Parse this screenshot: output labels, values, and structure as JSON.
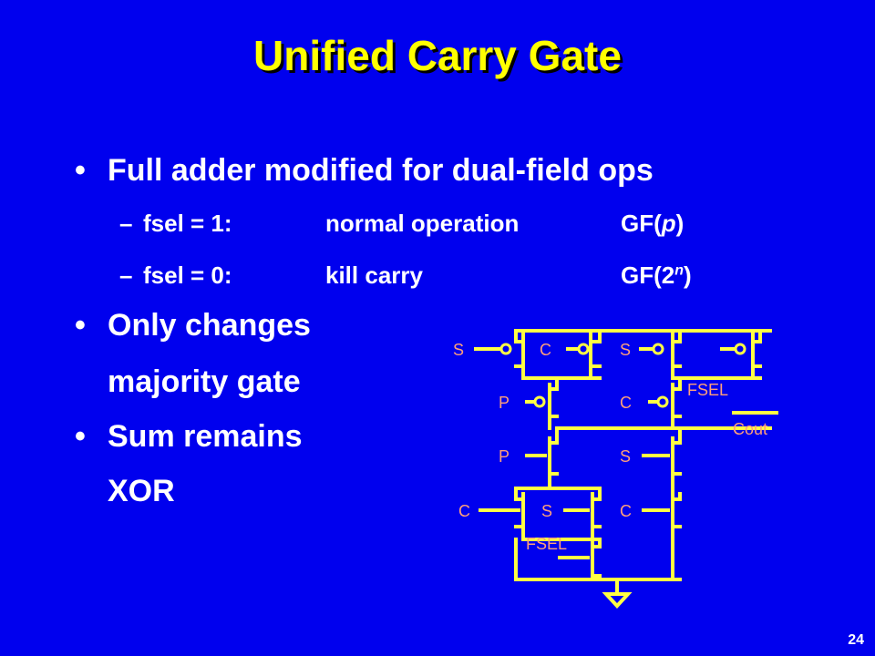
{
  "title": "Unified Carry Gate",
  "bullets": [
    {
      "text": "Full adder modified for dual-field ops"
    },
    {
      "text": "Only changes"
    },
    {
      "text": "Sum remains"
    }
  ],
  "bullet_continuations": [
    "majority gate",
    "XOR"
  ],
  "sub_bullets": [
    {
      "label": "fsel = 1:",
      "desc": "normal operation",
      "field_prefix": "GF(",
      "field_var": "p",
      "field_suffix": ")"
    },
    {
      "label": "fsel = 0:",
      "desc": "kill carry",
      "field_prefix": "GF(2",
      "field_var": "n",
      "field_suffix": ")"
    }
  ],
  "bullet_glyph": "•",
  "dash_glyph": "–",
  "circuit": {
    "labels": {
      "s1": "S",
      "c1": "C",
      "s2": "S",
      "fsel_top": "FSEL",
      "p1": "P",
      "c2": "C",
      "cout": "Cout",
      "p2": "P",
      "s3": "S",
      "c3": "C",
      "s4": "S",
      "c4": "C",
      "fsel_bottom": "FSEL"
    },
    "wire_color": "#ffff44",
    "label_color": "#ffa07a"
  },
  "page_number": "24"
}
